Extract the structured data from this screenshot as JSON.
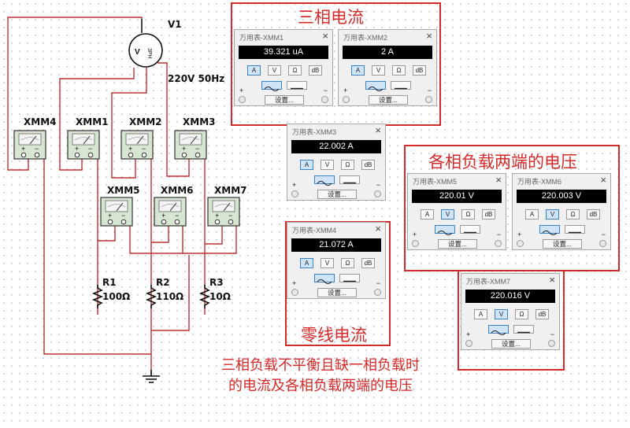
{
  "source": {
    "name": "V1",
    "spec": "220V 50Hz",
    "symbol_text": "3PH"
  },
  "meters": [
    {
      "id": "m1",
      "label": "XMM4"
    },
    {
      "id": "m2",
      "label": "XMM1"
    },
    {
      "id": "m3",
      "label": "XMM2"
    },
    {
      "id": "m4",
      "label": "XMM3"
    },
    {
      "id": "m5",
      "label": "XMM5"
    },
    {
      "id": "m6",
      "label": "XMM6"
    },
    {
      "id": "m7",
      "label": "XMM7"
    }
  ],
  "resistors": [
    {
      "name": "R1",
      "value": "100Ω"
    },
    {
      "name": "R2",
      "value": "110Ω"
    },
    {
      "name": "R3",
      "value": "10Ω"
    }
  ],
  "terminal_plus": "+",
  "terminal_minus": "−",
  "groups": {
    "phase_current": "三相电流",
    "load_voltage": "各相负载两端的电压",
    "neutral_current": "零线电流"
  },
  "panels": [
    {
      "id": "p1",
      "title": "万用表-XMM1",
      "reading": "39.321 uA",
      "mode": "A"
    },
    {
      "id": "p2",
      "title": "万用表-XMM2",
      "reading": "2 A",
      "mode": "A"
    },
    {
      "id": "p3",
      "title": "万用表-XMM3",
      "reading": "22.002 A",
      "mode": "A"
    },
    {
      "id": "p4",
      "title": "万用表-XMM4",
      "reading": "21.072 A",
      "mode": "A"
    },
    {
      "id": "p5",
      "title": "万用表-XMM5",
      "reading": "220.01 V",
      "mode": "V"
    },
    {
      "id": "p6",
      "title": "万用表-XMM6",
      "reading": "220.003 V",
      "mode": "V"
    },
    {
      "id": "p7",
      "title": "万用表-XMM7",
      "reading": "220.016 V",
      "mode": "V"
    }
  ],
  "panel_ui": {
    "btn_a": "A",
    "btn_v": "V",
    "btn_ohm": "Ω",
    "btn_db": "dB",
    "settings": "设置...",
    "plus": "+",
    "minus": "−",
    "close": "×"
  },
  "caption": {
    "line1": "三相负载不平衡且缺一相负载时",
    "line2": "的电流及各相负载两端的电压"
  },
  "colors": {
    "accent": "#d42a2a",
    "meter_face": "#c9dcc4",
    "display": "#000000",
    "active_button": "#cfe4f7"
  }
}
